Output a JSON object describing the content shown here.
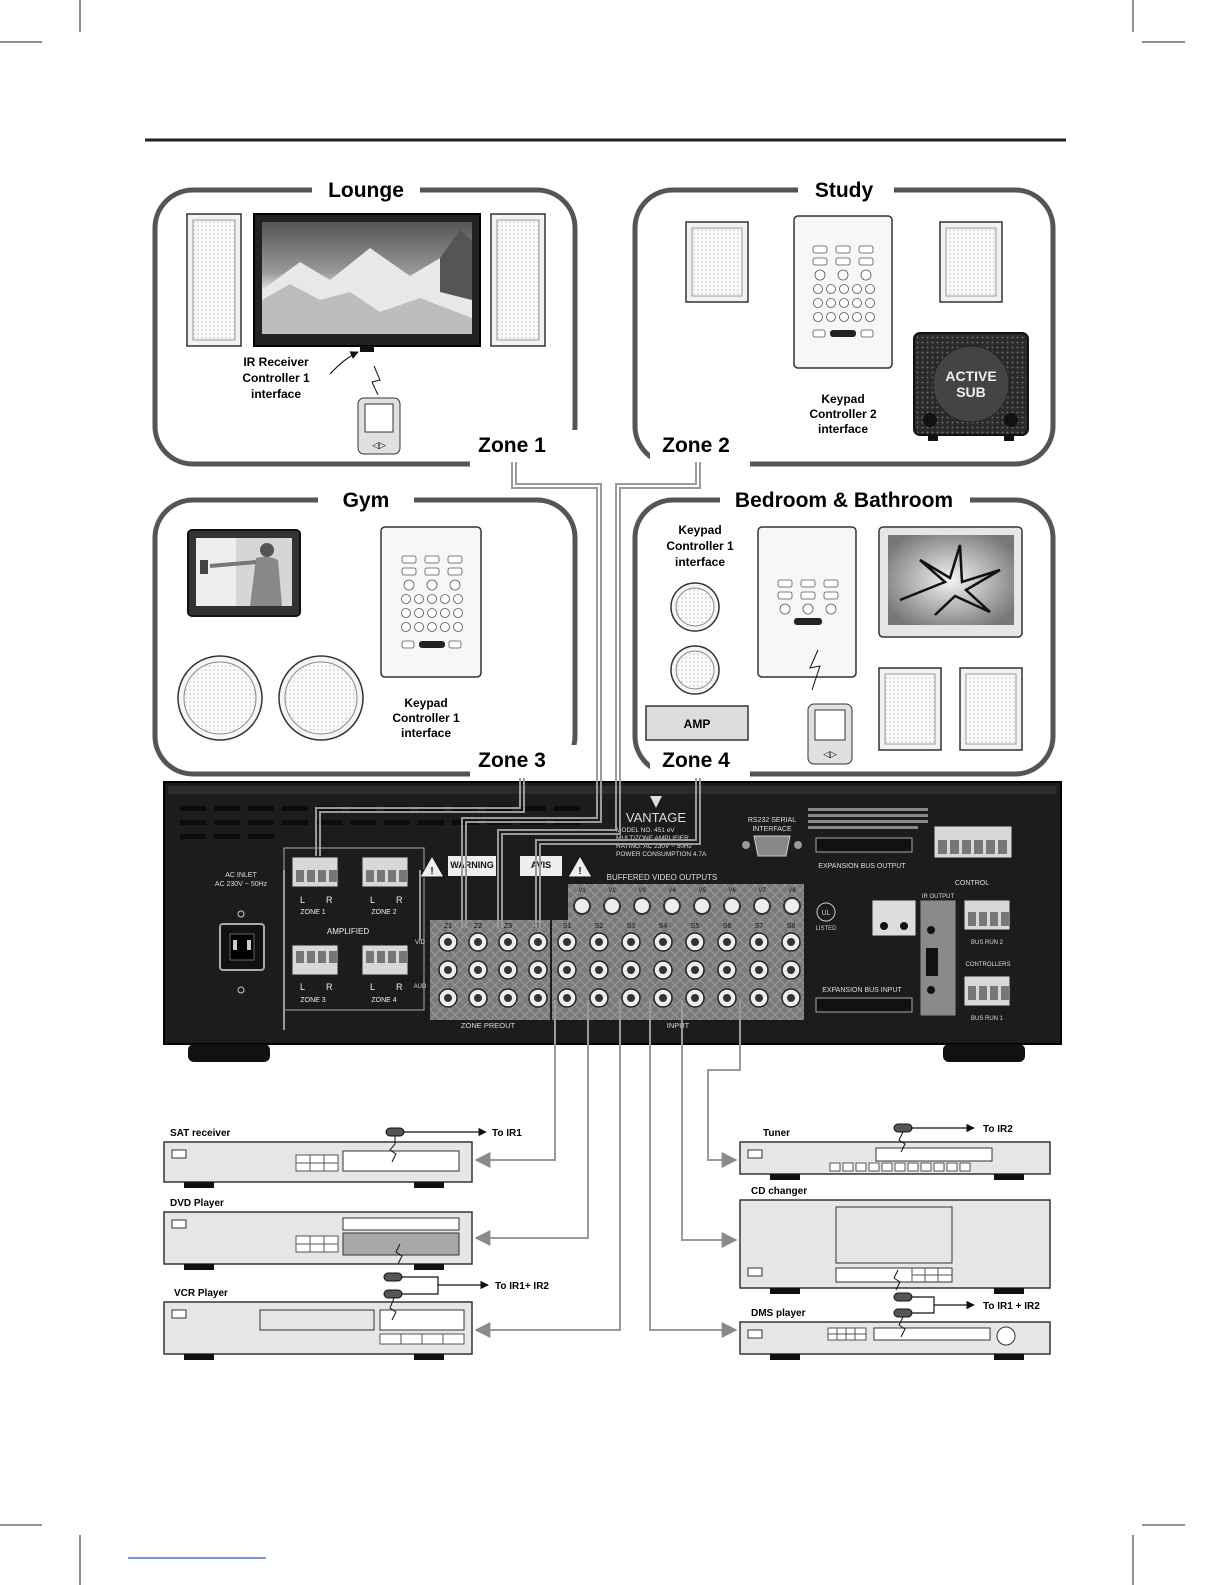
{
  "zones": [
    {
      "room": "Lounge",
      "zone_label": "Zone 1"
    },
    {
      "room": "Study",
      "zone_label": "Zone 2"
    },
    {
      "room": "Gym",
      "zone_label": "Zone 3"
    },
    {
      "room": "Bedroom & Bathroom",
      "zone_label": "Zone 4"
    }
  ],
  "lounge": {
    "ir_line1": "IR Receiver",
    "ir_line2": "Controller 1",
    "ir_line3": "interface"
  },
  "study": {
    "kp_line1": "Keypad",
    "kp_line2": "Controller 2",
    "kp_line3": "interface",
    "sub_line1": "ACTIVE",
    "sub_line2": "SUB"
  },
  "gym": {
    "kp_line1": "Keypad",
    "kp_line2": "Controller 1",
    "kp_line3": "interface"
  },
  "bedroom": {
    "kp_line1": "Keypad",
    "kp_line2": "Controller 1",
    "kp_line3": "interface",
    "amp_label": "AMP"
  },
  "amplifier": {
    "brand": "VANTAGE",
    "model_line1": "MODEL NO. 451 eV",
    "model_line2": "MULTIZONE AMPLIFIER",
    "model_line3": "RATING: AC 230V ~ 50Hz",
    "model_line4": "POWER CONSUMPTION 4.7A",
    "ac_line1": "AC INLET",
    "ac_line2": "AC 230V ~ 50Hz",
    "rs232_line1": "RS232 SERIAL",
    "rs232_line2": "INTERFACE",
    "expansion_out": "EXPANSION BUS OUTPUT",
    "expansion_in": "EXPANSION BUS INPUT",
    "control": "CONTROL",
    "buffered_video": "BUFFERED VIDEO OUTPUTS",
    "zone_preout": "ZONE PREOUT",
    "input": "INPUT",
    "amplified": "AMPLIFIED",
    "warning": "WARNING",
    "avis": "AVIS",
    "controllers": "CONTROLLERS",
    "bus_run_1": "BUS RUN 1",
    "bus_run_2": "BUS RUN 2",
    "ir_output": "IR OUTPUT",
    "listed": "LISTED",
    "speaker_zones": [
      "ZONE 1",
      "ZONE 2",
      "ZONE 3",
      "ZONE 4"
    ],
    "lr": [
      "L",
      "R"
    ],
    "preout_cols": [
      "Z1",
      "Z2",
      "Z3",
      "Z4"
    ],
    "input_cols": [
      "S1",
      "S2",
      "S3",
      "S4",
      "S5",
      "S6",
      "S7",
      "S8"
    ],
    "video_cols": [
      "V1",
      "V2",
      "V3",
      "V4",
      "V5",
      "V6",
      "V7",
      "V8"
    ],
    "vid": "VID",
    "aud": "AUD"
  },
  "sources": {
    "sat": "SAT receiver",
    "dvd": "DVD Player",
    "vcr": "VCR Player",
    "tuner": "Tuner",
    "cd": "CD changer",
    "dms": "DMS player",
    "to_ir1": "To IR1",
    "to_ir2": "To IR2",
    "to_ir1_ir2_left": "To IR1+ IR2",
    "to_ir1_ir2_right": "To IR1 + IR2"
  },
  "colors": {
    "panel": "#1c1c1c",
    "room_border": "#555555",
    "wire": "#9a9a9a",
    "device": "#e6e6e6"
  }
}
